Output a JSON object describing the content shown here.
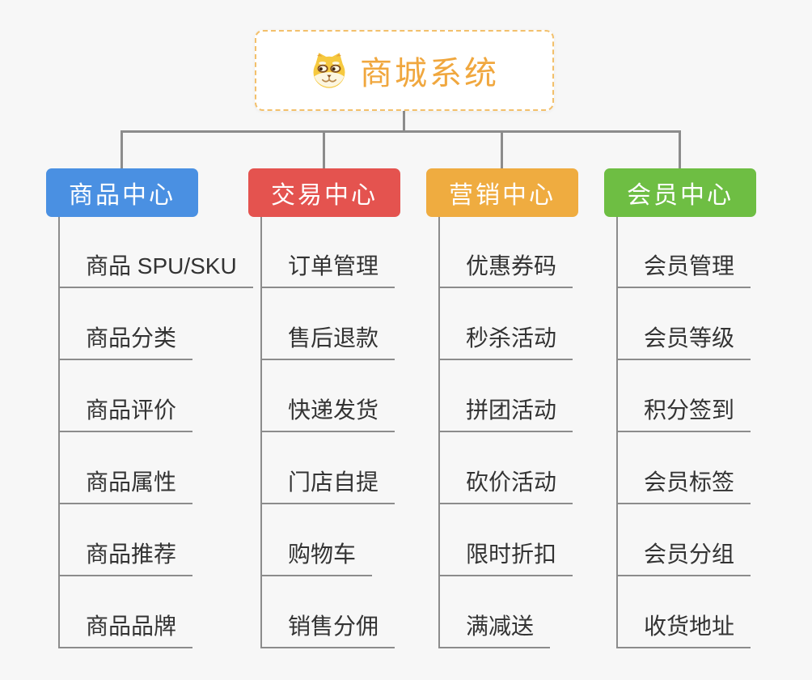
{
  "root": {
    "title": "商城系统",
    "icon": "shiba-dog-icon",
    "title_color": "#F0A73E",
    "border_color": "#F3C06B"
  },
  "colors": {
    "background": "#f7f7f7",
    "connector": "#8c8c8c",
    "leaf_text": "#333333"
  },
  "branches": [
    {
      "label": "商品中心",
      "color": "#4A90E2",
      "children": [
        "商品 SPU/SKU",
        "商品分类",
        "商品评价",
        "商品属性",
        "商品推荐",
        "商品品牌"
      ]
    },
    {
      "label": "交易中心",
      "color": "#E4534F",
      "children": [
        "订单管理",
        "售后退款",
        "快递发货",
        "门店自提",
        "购物车",
        "销售分佣"
      ]
    },
    {
      "label": "营销中心",
      "color": "#EFAC40",
      "children": [
        "优惠券码",
        "秒杀活动",
        "拼团活动",
        "砍价活动",
        "限时折扣",
        "满减送"
      ]
    },
    {
      "label": "会员中心",
      "color": "#6EBE43",
      "children": [
        "会员管理",
        "会员等级",
        "积分签到",
        "会员标签",
        "会员分组",
        "收货地址"
      ]
    }
  ]
}
